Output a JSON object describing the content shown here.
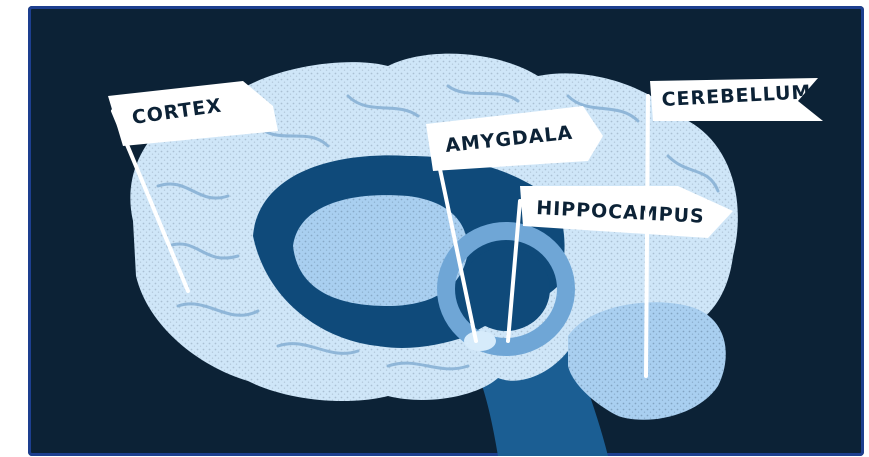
{
  "illustration": {
    "description_free": true,
    "labels": {
      "cortex": "CORTEX",
      "amygdala": "AMYGDALA",
      "hippocampus": "HIPPOCAMPUS",
      "cerebellum": "CEREBELLUM"
    },
    "colors": {
      "background": "#0c2236",
      "border": "#1d3f8f",
      "cortex_light": "#d6ebfb",
      "cortex_mid": "#b9daf3",
      "inner_dark": "#0f4a7a",
      "inner_mid": "#1b5e93",
      "inner_light": "#a9cff0",
      "flag": "#ffffff"
    }
  }
}
